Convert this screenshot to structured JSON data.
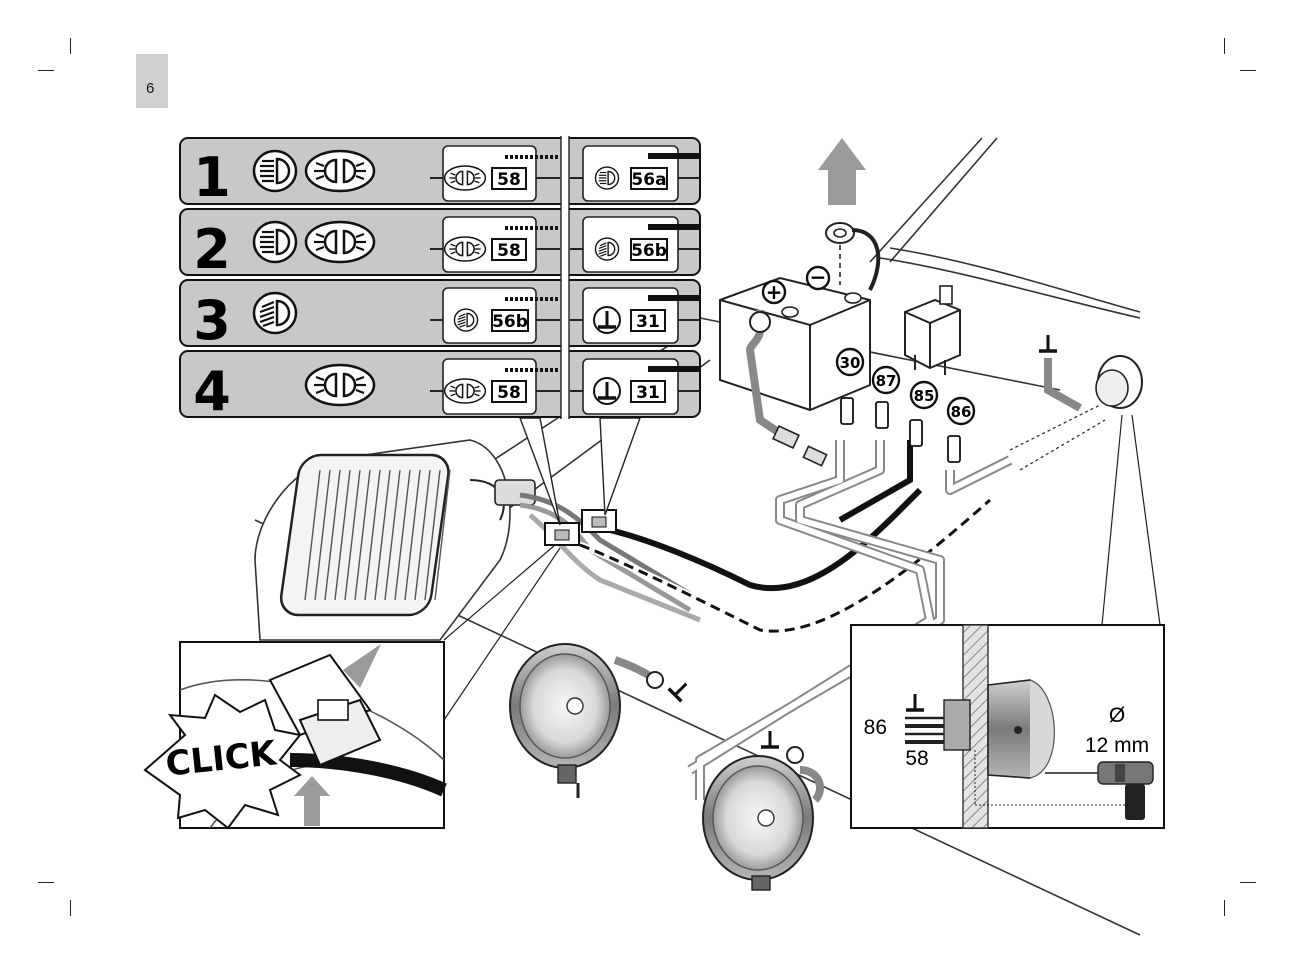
{
  "page": {
    "number": "6"
  },
  "rows": [
    {
      "number": "1",
      "left_code": "58",
      "right_code": "56a"
    },
    {
      "number": "2",
      "left_code": "58",
      "right_code": "56b"
    },
    {
      "number": "3",
      "left_code": "56b",
      "right_code": "31"
    },
    {
      "number": "4",
      "left_code": "58",
      "right_code": "31"
    }
  ],
  "relay_terminals": [
    "30",
    "87",
    "85",
    "86"
  ],
  "battery": {
    "plus": "+",
    "minus": "−"
  },
  "click_label": "CLICK",
  "detail": {
    "label_86": "86",
    "label_58": "58",
    "drill_symbol": "Ø",
    "drill_size": "12 mm"
  },
  "icons": [
    "high-beam-icon",
    "fog-lamp-icon",
    "parking-light-icon",
    "ground-icon",
    "arrow-up-icon",
    "drill-icon",
    "work-lamp-icon"
  ]
}
